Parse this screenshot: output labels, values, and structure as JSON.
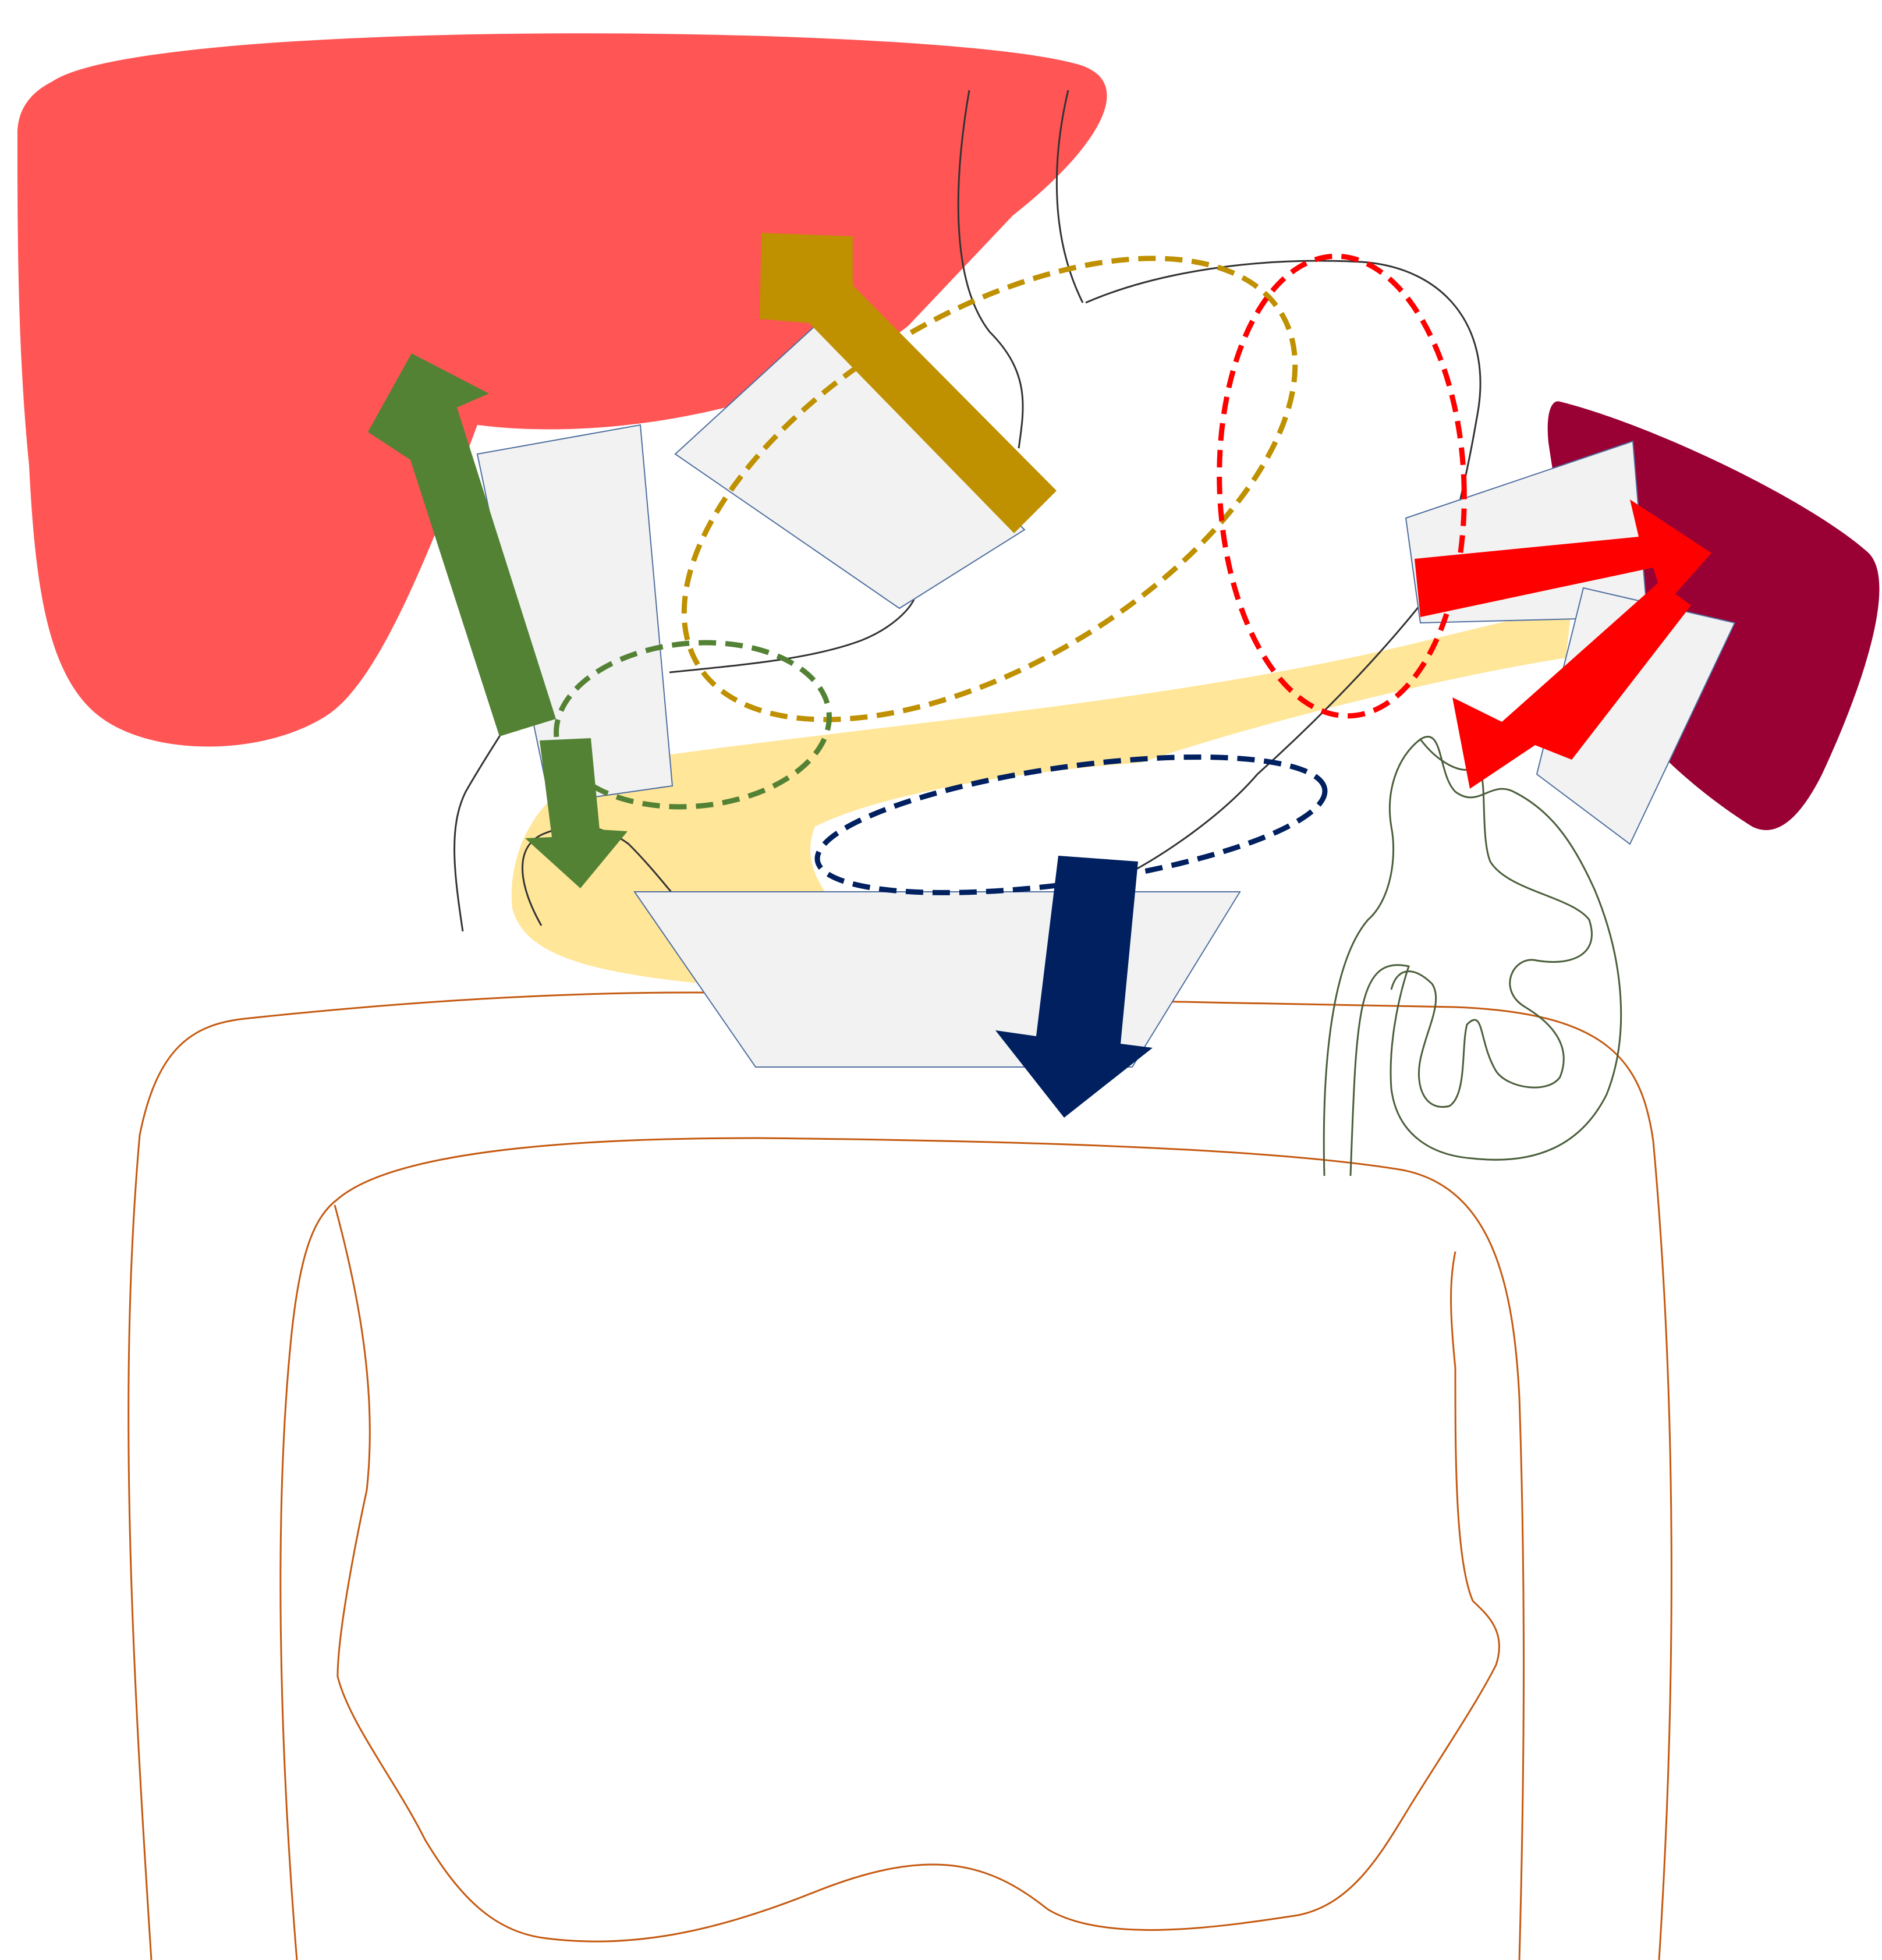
{
  "diagram": {
    "text_labels": [],
    "colors": {
      "liver": "#ff5555",
      "spleen": "#990033",
      "pancreas_band": "#ffe699",
      "panel_fill": "#f2f2f2",
      "panel_stroke": "#4f6fa0",
      "green": "#548235",
      "gold": "#bf9000",
      "red": "#ff0000",
      "navy": "#002060",
      "vessel": "#333333",
      "bowel": "#c55a11",
      "kidney_line": "#4b5e3a"
    },
    "shapes": [
      {
        "name": "liver-shape",
        "kind": "organ"
      },
      {
        "name": "spleen-shape",
        "kind": "organ"
      },
      {
        "name": "pancreas-band",
        "kind": "organ"
      },
      {
        "name": "colon-outline",
        "kind": "outline"
      },
      {
        "name": "small-bowel-outline",
        "kind": "outline"
      },
      {
        "name": "kidney-outline",
        "kind": "outline"
      },
      {
        "name": "green-dashed-ellipse",
        "kind": "region"
      },
      {
        "name": "gold-dashed-ellipse",
        "kind": "region"
      },
      {
        "name": "red-dashed-ellipse",
        "kind": "region"
      },
      {
        "name": "navy-dashed-ellipse",
        "kind": "region"
      },
      {
        "name": "green-arrow-up",
        "kind": "arrow"
      },
      {
        "name": "green-arrow-down",
        "kind": "arrow"
      },
      {
        "name": "gold-arrow",
        "kind": "arrow"
      },
      {
        "name": "red-arrow-up",
        "kind": "arrow"
      },
      {
        "name": "red-arrow-down",
        "kind": "arrow"
      },
      {
        "name": "navy-arrow",
        "kind": "arrow"
      }
    ]
  }
}
